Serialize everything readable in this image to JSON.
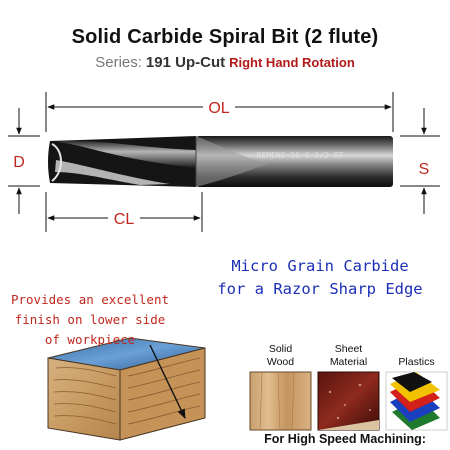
{
  "header": {
    "title": "Solid Carbide Spiral Bit (2 flute)",
    "series_label": "Series:",
    "series_value": "191 Up-Cut",
    "rotation": "Right Hand Rotation"
  },
  "dimensions": {
    "overall_length": "OL",
    "cutting_length": "CL",
    "diameter": "D",
    "shank": "S"
  },
  "shank_engraving": "REMENE 16 0 1/2 RT",
  "features": {
    "micro_line1": "Micro Grain Carbide",
    "micro_line2": "for a Razor Sharp Edge"
  },
  "benefit": {
    "line1": "Provides an excellent",
    "line2": "finish on lower side",
    "line3": "of workpiece"
  },
  "materials": {
    "solid_wood": [
      "Solid",
      "Wood"
    ],
    "sheet_material": [
      "Sheet",
      "Material"
    ],
    "plastics": "Plastics"
  },
  "footer": "For High Speed Machining:",
  "colors": {
    "dimension_red": "#c0281e",
    "micro_blue": "#1c2fb6",
    "rotation_red": "#b21a1a"
  }
}
